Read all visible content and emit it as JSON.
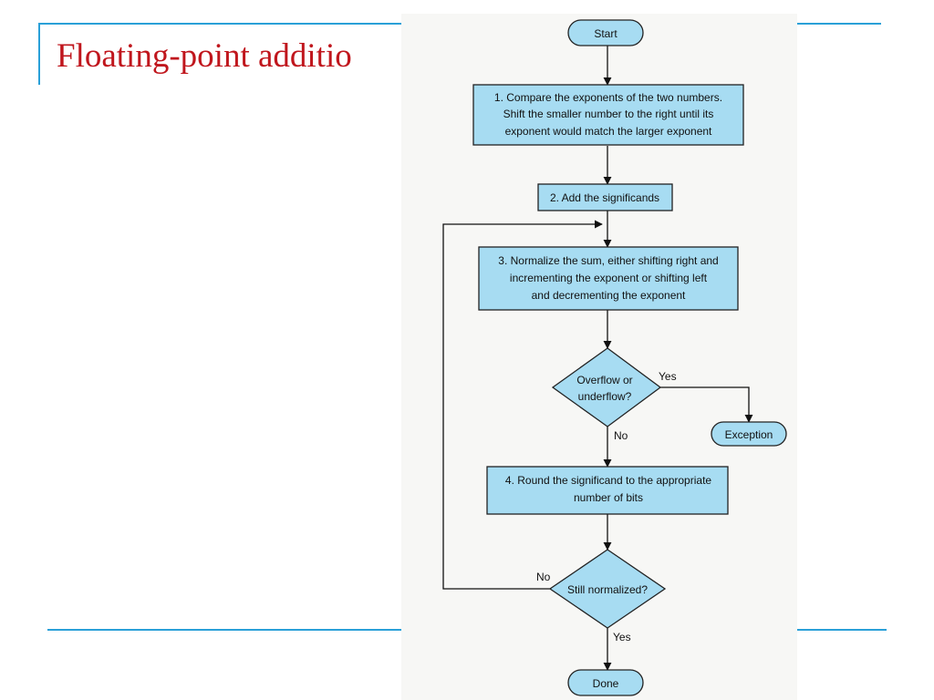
{
  "slide": {
    "title": "Floating-point additio"
  },
  "flowchart": {
    "start": "Start",
    "step1": [
      "1.  Compare the exponents of the two numbers.",
      "Shift the smaller number to the right until its",
      "exponent would match the larger exponent"
    ],
    "step2": "2. Add the significands",
    "step3": [
      "3. Normalize the sum, either shifting right and",
      "incrementing the exponent or shifting left",
      "and decrementing the exponent"
    ],
    "decision1": [
      "Overflow or",
      "underflow?"
    ],
    "decision1_yes": "Yes",
    "decision1_no": "No",
    "exception": "Exception",
    "step4": [
      "4. Round the significand to the appropriate",
      "number of bits"
    ],
    "decision2": "Still normalized?",
    "decision2_no": "No",
    "decision2_yes": "Yes",
    "done": "Done"
  },
  "colors": {
    "node_fill": "#a7dcf2",
    "title_color": "#c0161d",
    "accent_rule": "#2aa0d8"
  }
}
